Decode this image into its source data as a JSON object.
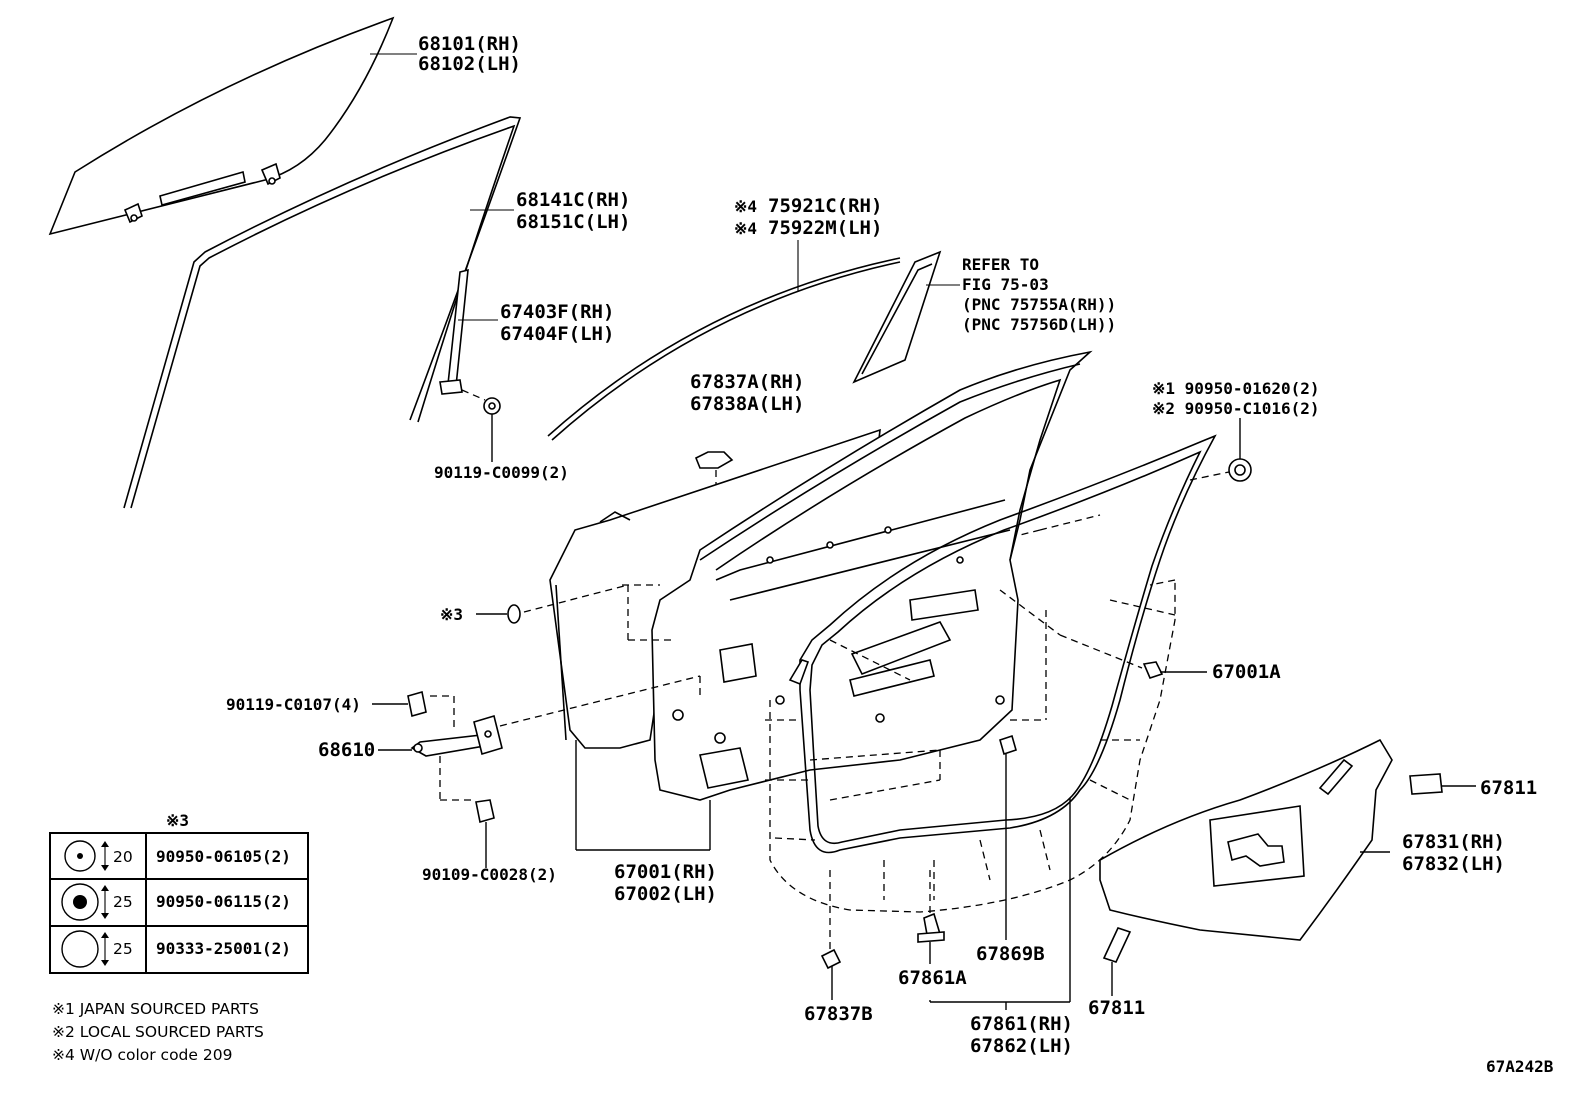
{
  "labels": {
    "glass_rh": "68101(RH)",
    "glass_lh": "68102(LH)",
    "run_rh": "68141C(RH)",
    "run_lh": "68151C(LH)",
    "channel_rh": "67403F(RH)",
    "channel_lh": "67404F(LH)",
    "bolt_channel": "90119-C0099(2)",
    "molding_rh_prefix": "※4",
    "molding_rh": "75921C(RH)",
    "molding_lh_prefix": "※4",
    "molding_lh": "75922M(LH)",
    "refer_1": "REFER TO",
    "refer_2": "FIG 75-03",
    "refer_3": "(PNC 75755A(RH))",
    "refer_4": "(PNC 75756D(LH))",
    "seal_rh": "67837A(RH)",
    "seal_lh": "67838A(LH)",
    "plug_1": "※1 90950-01620(2)",
    "plug_2": "※2 90950-C1016(2)",
    "ref3": "※3",
    "clip_67001a": "67001A",
    "bolt_hinge": "90119-C0107(4)",
    "check": "68610",
    "bolt_check": "90109-C0028(2)",
    "door_rh": "67001(RH)",
    "door_lh": "67002(LH)",
    "cover_pad_upper": "67811",
    "service_rh": "67831(RH)",
    "service_lh": "67832(LH)",
    "clip_67869b": "67869B",
    "clip_67861a": "67861A",
    "seal_67837b": "67837B",
    "cover_pad_lower": "67811",
    "weather_rh": "67861(RH)",
    "weather_lh": "67862(LH)",
    "fig_code": "67A242B"
  },
  "hole_table": {
    "title": "※3",
    "rows": [
      {
        "size": "20",
        "part": "90950-06105(2)"
      },
      {
        "size": "25",
        "part": "90950-06115(2)"
      },
      {
        "size": "25",
        "part": "90333-25001(2)"
      }
    ]
  },
  "notes": [
    "※1 JAPAN SOURCED PARTS",
    "※2 LOCAL SOURCED PARTS",
    "※4 W/O color code 209"
  ]
}
